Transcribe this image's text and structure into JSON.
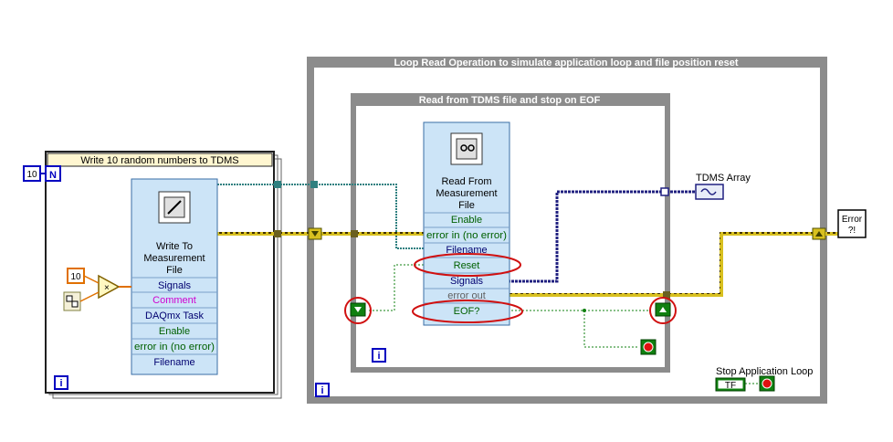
{
  "frames": {
    "outer_loop_title": "Loop Read Operation to simulate application loop and file position reset",
    "inner_loop_title": "Read from TDMS file and stop on EOF",
    "for_loop_title": "Write 10 random numbers to TDMS",
    "loop_count": "10",
    "loop_count_terminal": "N",
    "iteration_terminal": "i"
  },
  "write_node": {
    "title": [
      "Write To",
      "Measurement",
      "File"
    ],
    "terminals": [
      "Signals",
      "Comment",
      "DAQmx Task",
      "Enable",
      "error in (no error)",
      "Filename"
    ]
  },
  "read_node": {
    "title": [
      "Read From",
      "Measurement",
      "File"
    ],
    "terminals": [
      "Enable",
      "error in (no error)",
      "Filename",
      "Reset",
      "Signals",
      "error out",
      "EOF?"
    ]
  },
  "constants": {
    "multiplier_input": "10",
    "multiply_symbol": "×"
  },
  "indicators": {
    "tdms_array": "TDMS Array",
    "stop_application_loop": "Stop Application Loop",
    "bool_constant": "TF",
    "error_handler": [
      "Error",
      "?!"
    ]
  },
  "colors": {
    "frame_gray": "#8c8c8c",
    "node_blue": "#cce4f7",
    "wire_teal": "#2f8080",
    "wire_error": "#d8c020",
    "wire_blue": "#202080",
    "wire_green": "#108010",
    "highlight_red": "#d01010"
  }
}
